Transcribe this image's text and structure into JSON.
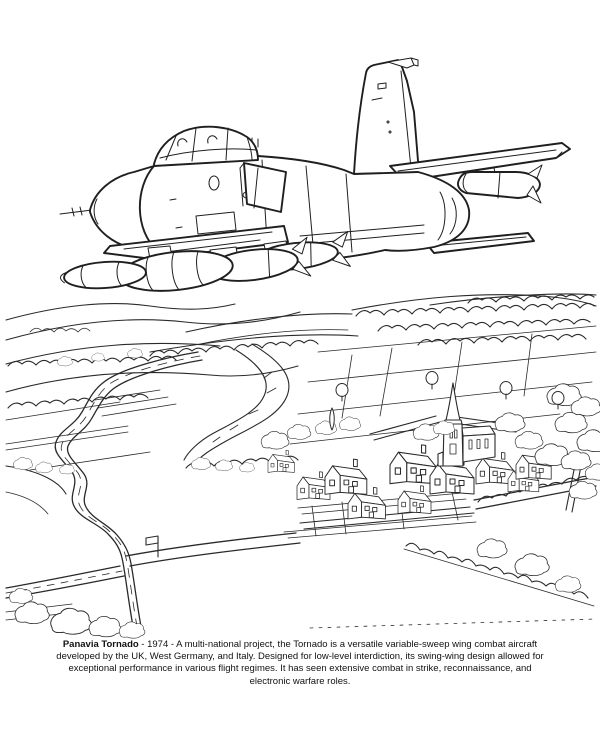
{
  "page": {
    "paper_color": "#ffffff",
    "ink_color": "#262626"
  },
  "caption": {
    "title": "Panavia Tornado",
    "line1_rest": " - 1974 - A multi-national project, the Tornado is a versatile variable-sweep wing combat aircraft",
    "line2": "developed by the UK, West Germany, and Italy. Designed for low-level interdiction, its swing-wing design allowed for",
    "line3": "exceptional performance in various flight regimes. It has seen extensive combat in strike, reconnaissance, and",
    "line4": "electronic warfare roles."
  }
}
